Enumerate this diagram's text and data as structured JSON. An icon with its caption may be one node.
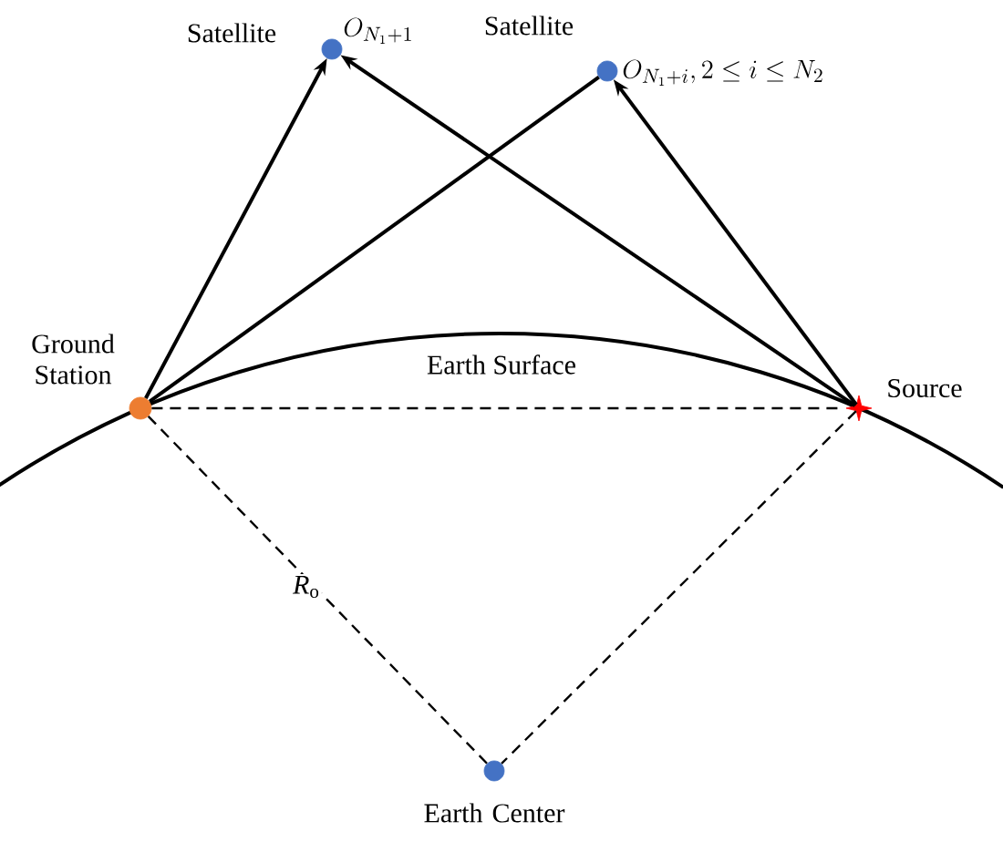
{
  "diagram": {
    "nodes": [
      {
        "text": [
          "Satellite"
        ],
        "beside": [
          "O_{N_1+1}"
        ]
      },
      {
        "text": [
          "Satellite"
        ],
        "beside": [
          "O_{N_1+i}, 2 \\le i \\le N_2"
        ]
      },
      {
        "text": [
          "Ground Station"
        ]
      },
      {
        "text": [
          "Source"
        ]
      },
      {
        "text": [
          "Earth Center"
        ]
      }
    ],
    "edges": [
      {
        "from": 2,
        "to": 0,
        "arrow": "to"
      },
      {
        "from": 2,
        "to": 1,
        "arrow": "none"
      },
      {
        "from": 3,
        "to": 0,
        "arrow": "to"
      },
      {
        "from": 3,
        "to": 1,
        "arrow": "to"
      },
      {
        "from": 2,
        "to": 3,
        "arrow": "none",
        "style": "dashed"
      },
      {
        "from": 2,
        "to": 4,
        "arrow": "none",
        "style": "dashed",
        "label": "*R*$_{o}$"
      },
      {
        "from": 3,
        "to": 4,
        "arrow": "none",
        "style": "dashed"
      }
    ],
    "labels": [
      "Earth Surface"
    ]
  }
}
